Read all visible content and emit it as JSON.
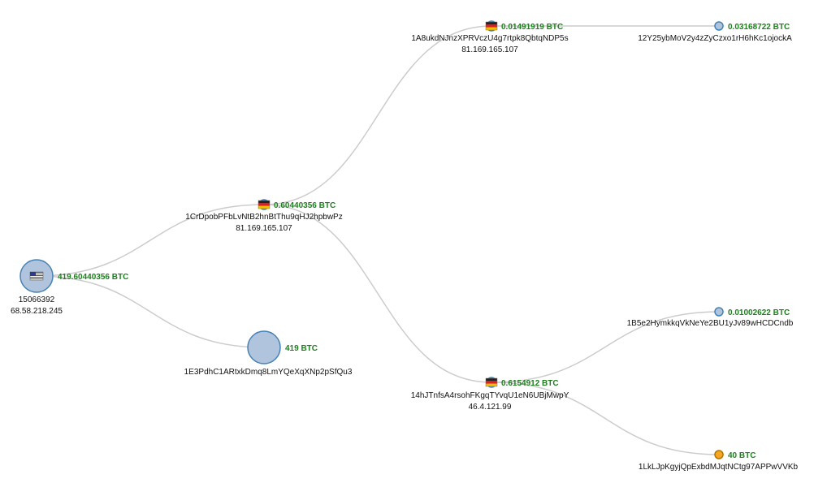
{
  "colors": {
    "link": "#cccccc",
    "node_fill": "#b0c4de",
    "node_stroke": "#4682b4",
    "node_highlight_fill": "#f5a623",
    "node_highlight_stroke": "#b37400",
    "amount_text": "#1d7f1d",
    "label_text": "#111111"
  },
  "nodes": [
    {
      "id": "root",
      "amount": "419.60440356 BTC",
      "address": "15066392",
      "ip": "68.58.218.245",
      "flag": "us-flag-icon"
    },
    {
      "id": "n1",
      "amount": "0.60440356 BTC",
      "address": "1CrDpobPFbLvNtB2hnBtThu9qHJ2hpbwPz",
      "ip": "81.169.165.107",
      "flag": "de-flag-icon"
    },
    {
      "id": "n2",
      "amount": "419 BTC",
      "address": "1E3PdhC1ARtxkDmq8LmYQeXqXNp2pSfQu3",
      "ip": "",
      "flag": ""
    },
    {
      "id": "n3",
      "amount": "0.01491919 BTC",
      "address": "1A8ukdNJnzXPRVczU4g7rtpk8QbtqNDP5s",
      "ip": "81.169.165.107",
      "flag": "de-flag-icon"
    },
    {
      "id": "n4",
      "amount": "0.03168722 BTC",
      "address": "12Y25ybMoV2y4zZyCzxo1rH6hKc1ojockA",
      "ip": "",
      "flag": ""
    },
    {
      "id": "n5",
      "amount": "0.6154912 BTC",
      "address": "14hJTnfsA4rsohFKgqTYvqU1eN6UBjMwpY",
      "ip": "46.4.121.99",
      "flag": "de-flag-icon"
    },
    {
      "id": "n6",
      "amount": "0.01002622 BTC",
      "address": "1B5e2HymkkqVkNeYe2BU1yJv89wHCDCndb",
      "ip": "",
      "flag": ""
    },
    {
      "id": "n7",
      "amount": "40 BTC",
      "address": "1LkLJpKgyjQpExbdMJqtNCtg97APPwVVKb",
      "ip": "",
      "flag": "",
      "highlight": true
    }
  ],
  "links": [
    {
      "source": "root",
      "target": "n1"
    },
    {
      "source": "root",
      "target": "n2"
    },
    {
      "source": "n1",
      "target": "n3"
    },
    {
      "source": "n1",
      "target": "n5"
    },
    {
      "source": "n3",
      "target": "n4"
    },
    {
      "source": "n5",
      "target": "n6"
    },
    {
      "source": "n5",
      "target": "n7"
    }
  ]
}
